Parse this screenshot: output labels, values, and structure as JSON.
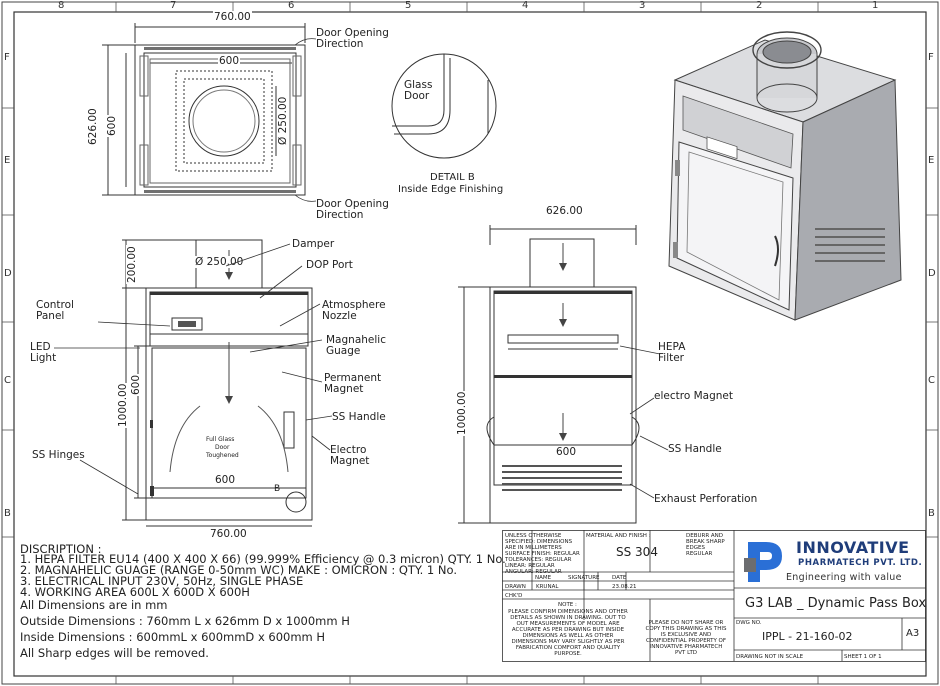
{
  "border": {
    "top_zones": [
      "8",
      "7",
      "6",
      "5",
      "4",
      "3",
      "2",
      "1"
    ],
    "side_zones": [
      "F",
      "E",
      "D",
      "C",
      "B"
    ]
  },
  "top_view": {
    "width_overall": "760.00",
    "width_inner": "600",
    "depth_overall": "626.00",
    "depth_inner": "600",
    "duct_dia": "Ø 250.00",
    "door_open_top": "Door Opening Direction",
    "door_open_bottom": "Door Opening Direction"
  },
  "detail_b": {
    "glass_label": "Glass Door",
    "title": "DETAIL B",
    "subtitle": "Inside Edge Finishing"
  },
  "front_view": {
    "duct_height": "200.00",
    "duct_dia": "Ø 250.00",
    "height_overall": "1000.00",
    "height_inner": "600",
    "width_inner": "600",
    "width_overall": "760.00",
    "door_text": [
      "Full Glass",
      "Door",
      "Toughened"
    ],
    "detail_marker": "B",
    "callouts": {
      "damper": "Damper",
      "dop_port": "DOP Port",
      "control_panel": "Control Panel",
      "atmosphere_nozzle": "Atmosphere Nozzle",
      "led_light": "LED Light",
      "magnahelic_guage": "Magnahelic Guage",
      "permanent_magnet": "Permanent Magnet",
      "ss_handle": "SS Handle",
      "ss_hinges": "SS Hinges",
      "electro_magnet": "Electro Magnet"
    }
  },
  "side_view": {
    "depth_overall": "626.00",
    "height_overall": "1000.00",
    "width_inner": "600",
    "callouts": {
      "hepa_filter": "HEPA Filter",
      "electro_magnet": "electro Magnet",
      "ss_handle": "SS Handle",
      "exhaust": "Exhaust Perforation"
    }
  },
  "description": {
    "heading": "DISCRIPTION :",
    "items": [
      "1.    HEPA FILTER EU14 (400 X 400 X 66) (99.999% Efficiency @ 0.3 micron) QTY. 1 No.",
      "2.    MAGNAHELIC GUAGE (RANGE 0-50mm WC) MAKE : OMICRON : QTY. 1 No.",
      "3.    ELECTRICAL INPUT 230V, 50Hz, SINGLE PHASE",
      "4.    WORKING AREA 600L X 600D X 600H"
    ],
    "notes": [
      "All Dimensions are in mm",
      "Outside Dimensions : 760mm L x 626mm D x 1000mm H",
      "Inside Dimensions : 600mmL x 600mmD x 600mm H",
      "All Sharp edges will be removed."
    ]
  },
  "title_block": {
    "unless_text": "UNLESS OTHERWISE SPECIFIED: DIMENSIONS ARE IN MILLIMETERS SURFACE FINISH: REGULAR TOLERANCES: REGULAR LINEAR: REGULAR ANGULAR: REGULAR",
    "material_label": "MATERIAL AND FINISH :",
    "material_value": "SS 304",
    "deburr_text": "DEBURR AND BREAK SHARP EDGES REGULAR",
    "col_name": "NAME",
    "col_signature": "SIGNATURE",
    "col_date": "DATE",
    "row_drawn": "DRAWN",
    "drawn_name": "KRUNAL",
    "drawn_date": "23.08.21",
    "row_chkd": "CHK'D",
    "note_label": "NOTE :",
    "note_text": "PLEASE CONFIRM DIMENSIONS AND OTHER DETAILS AS SHOWN IN DRAWING. OUT TO OUT MEASUREMENTS OF MODEL ARE ACCURATE AS PER DRAWING BUT INSIDE DIMENSIONS AS WELL AS OTHER DIMENSIONS MAY VARY SLIGHTLY AS PER FABRICATION COMFORT AND QUALITY PURPOSE.",
    "share_text": "PLEASE DO NOT SHARE OR COPY THIS DRAWING AS THIS IS EXCLUSIVE AND CONFIDENTIAL PROPERTY OF INNOVATIVE PHARMATECH PVT LTD",
    "company_line1": "INNOVATIVE",
    "company_line2": "PHARMATECH PVT. LTD.",
    "tagline": "Engineering with value",
    "title": "G3 LAB _ Dynamic Pass Box",
    "dwg_label": "DWG NO.",
    "dwg_no": "IPPL - 21-160-02",
    "size": "A3",
    "scale_text": "DRAWING NOT IN SCALE",
    "sheet_text": "SHEET 1 OF 1",
    "accent": "#1f3d7a",
    "logo_blue": "#2a6fd6"
  }
}
